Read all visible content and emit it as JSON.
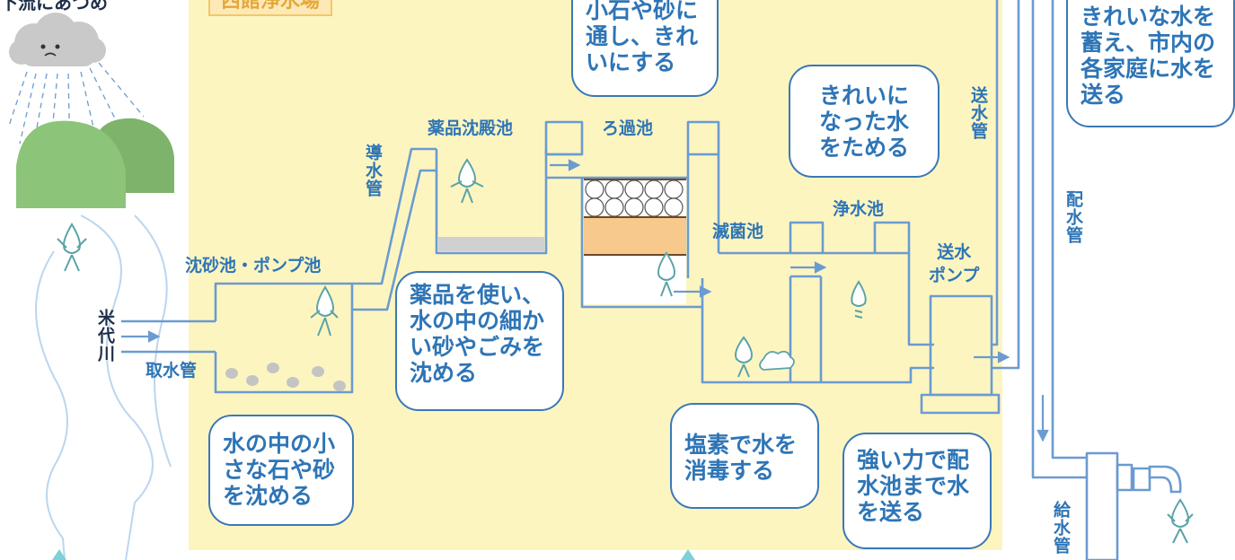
{
  "header": {
    "top_left_label": "下流にあつめ",
    "plant_tag": "西館浄水場"
  },
  "labels": {
    "river": "米代川",
    "intake_pipe": "取水管",
    "sand_basin": "沈砂池・ポンプ池",
    "conduit": "導水管",
    "sedimentation": "薬品沈殿池",
    "filtration": "ろ過池",
    "disinfection": "滅菌池",
    "clear_well": "浄水池",
    "pump": "送水\nポンプ",
    "transmission_pipe": "送水管",
    "distribution_pipe": "配水管",
    "service_pipe": "給水管"
  },
  "notes": {
    "filter_note": "ろ過専用の\n小石や砂に\n通し、きれ\nいにする",
    "clear_well_note": "きれいに\nなった水\nをためる",
    "reservoir_note": "きれいな水を\n蓄え、市内の\n各家庭に水を\n送る",
    "sedimentation_note": "薬品を使い、\n水の中の細か\nい砂やごみを\n沈める",
    "sand_note": "水の中の小\nさな石や砂\nを沈める",
    "chlorine_note": "塩素で水を\n消毒する",
    "pump_note": "強い力で配\n水池まで水\nを送る"
  },
  "colors": {
    "plant_background": "#fdf5c0",
    "pipe": "#6b9bd1",
    "text": "#2e75b6",
    "mountain": "#8cc47a"
  },
  "icons": [
    "rain-cloud-icon",
    "mountain-icon",
    "water-drop-character-icon",
    "faucet-icon",
    "flow-arrow-icon"
  ]
}
